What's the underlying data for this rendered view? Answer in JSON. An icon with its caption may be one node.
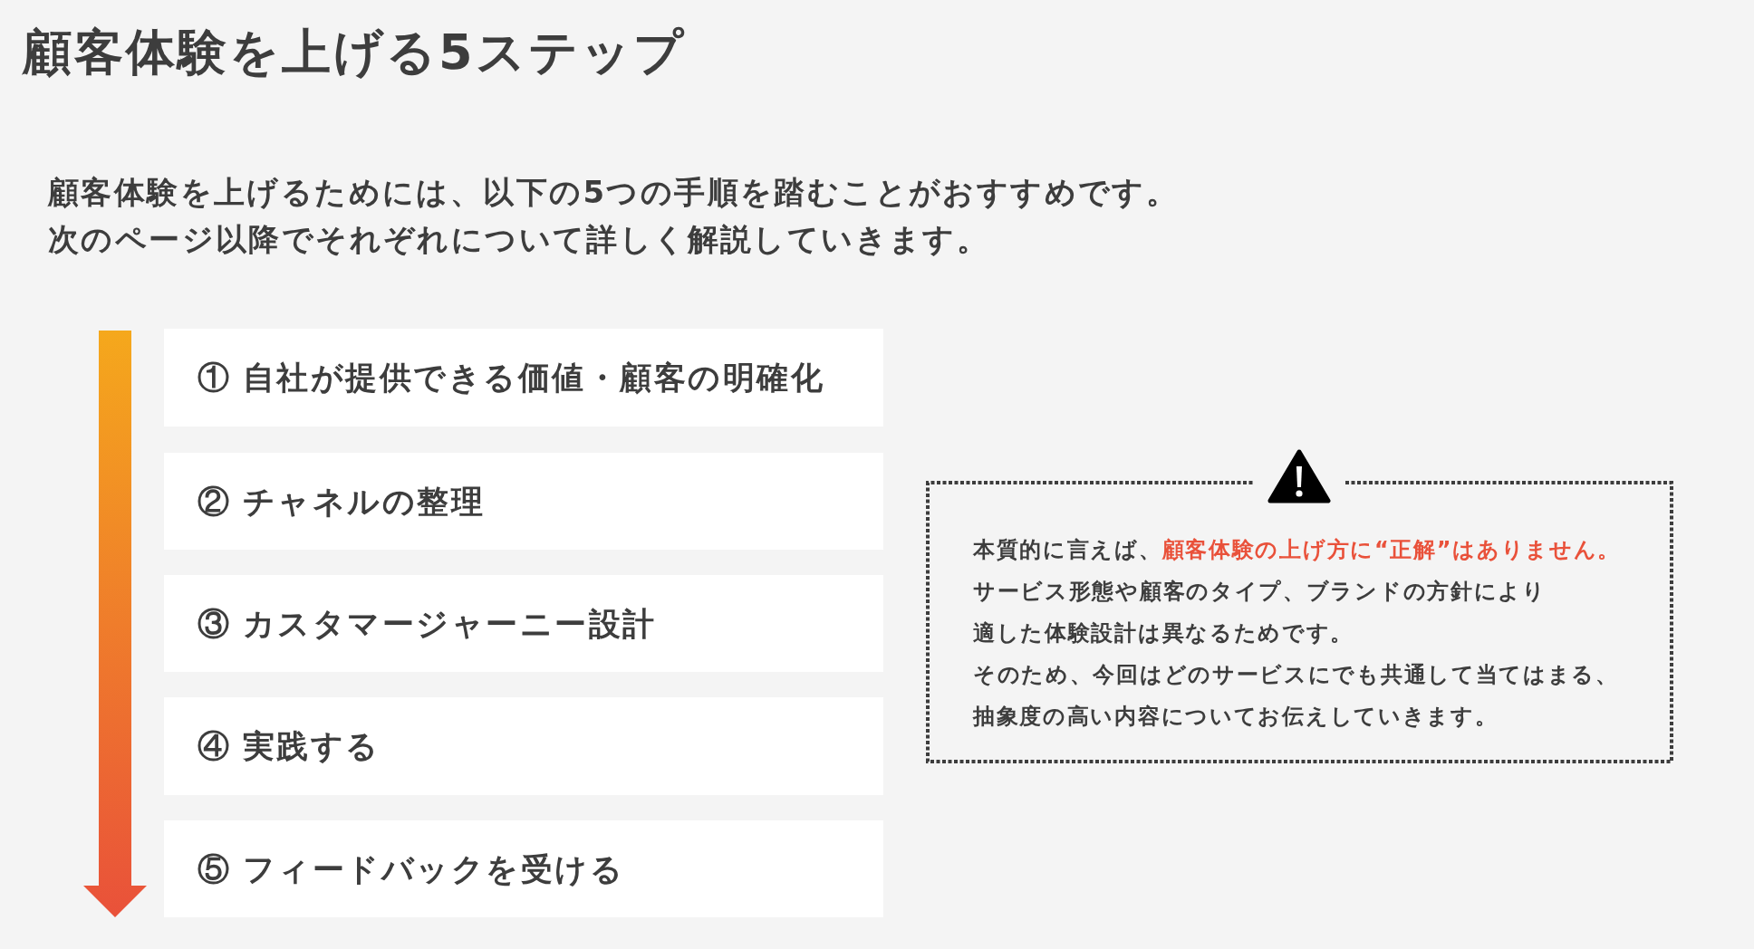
{
  "diagram": {
    "title": "顧客体験を上げる5ステップ",
    "nodes": [
      {
        "text": [
          "① 自社が提供できる価値・顧客の明確化"
        ]
      },
      {
        "text": [
          "② チャネルの整理"
        ]
      },
      {
        "text": [
          "③ カスタマージャーニー設計"
        ]
      },
      {
        "text": [
          "④ 実践する"
        ]
      },
      {
        "text": [
          "⑤ フィードバックを受ける"
        ]
      },
      {
        "text": [
          "本質的に言えば、**顧客体験の上げ方に“正解”はありません。**",
          "サービス形態や顧客のタイプ、ブランドの方針により適した体験設計は異なるためです。",
          "そのため、今回はどのサービスにでも共通して当てはまる、抽象度の高い内容についてお伝えしていきます。"
        ]
      }
    ],
    "labels": [
      "顧客体験を上げるためには、以下の5つの手順を踏むことがおすすめです。",
      "次のページ以降でそれぞれについて詳しく解説していきます。"
    ]
  }
}
